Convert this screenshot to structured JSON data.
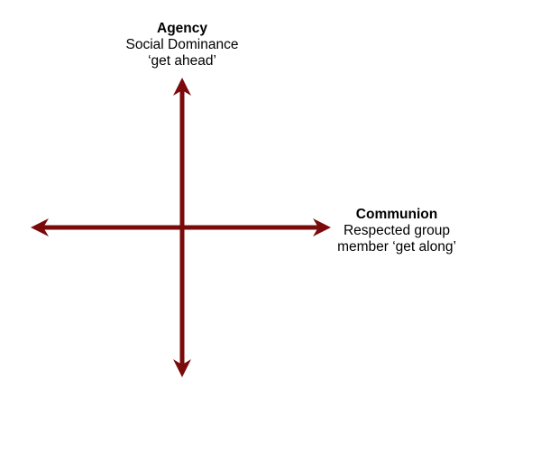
{
  "diagram": {
    "arrow_color": "#7b0a0a",
    "vertical_axis": {
      "title": "Agency",
      "line1": "Social Dominance",
      "line2": "‘get ahead’"
    },
    "horizontal_axis": {
      "title": "Communion",
      "line1": "Respected group",
      "line2": "member ‘get along’"
    }
  }
}
